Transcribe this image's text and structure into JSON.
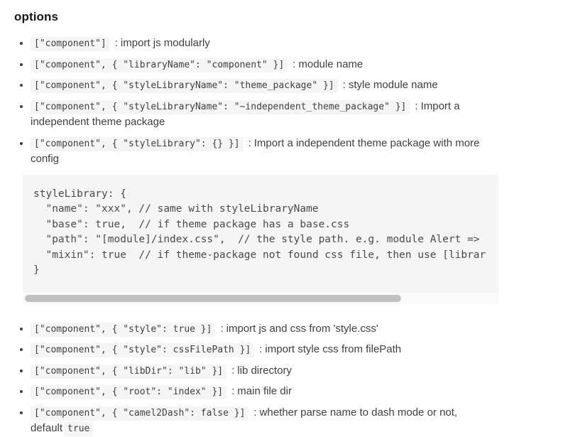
{
  "page": {
    "title": "options"
  },
  "ui": {
    "separator": ":",
    "colors": {
      "heading_text": "#171717",
      "body_text": "#3f3f3f",
      "code_text": "#4a4a4a",
      "code_background": "#f5f5f5",
      "scrollbar_track": "#fafafa",
      "scrollbar_thumb": "#c1c1c1"
    }
  },
  "bullets_top": [
    {
      "code": "[\"component\"]",
      "desc": "import js modularly"
    },
    {
      "code": "[\"component\", { \"libraryName\": \"component\" }]",
      "desc": "module name"
    },
    {
      "code": "[\"component\", { \"styleLibraryName\": \"theme_package\" }]",
      "desc": "style module name"
    },
    {
      "code": "[\"component\", { \"styleLibraryName\": \"~independent_theme_package\" }]",
      "desc": "Import a independent theme package"
    },
    {
      "code": "[\"component\", { \"styleLibrary\": {} }]",
      "desc": "Import a independent theme package with more config"
    }
  ],
  "code_block": {
    "lines": [
      "styleLibrary: {",
      "  \"name\": \"xxx\", // same with styleLibraryName",
      "  \"base\": true,  // if theme package has a base.css",
      "  \"path\": \"[module]/index.css\",  // the style path. e.g. module Alert =>",
      "  \"mixin\": true  // if theme-package not found css file, then use [librar",
      "}"
    ]
  },
  "bullets_bottom": [
    {
      "code": "[\"component\", { \"style\": true }]",
      "desc": "import js and css from 'style.css'"
    },
    {
      "code": "[\"component\", { \"style\": cssFilePath }]",
      "desc": "import style css from filePath"
    },
    {
      "code": "[\"component\", { \"libDir\": \"lib\" }]",
      "desc": "lib directory"
    },
    {
      "code": "[\"component\", { \"root\": \"index\" }]",
      "desc": "main file dir"
    },
    {
      "code": "[\"component\", { \"camel2Dash\": false }]",
      "desc": "whether parse name to dash mode or not, default",
      "code_suffix": "true"
    }
  ]
}
